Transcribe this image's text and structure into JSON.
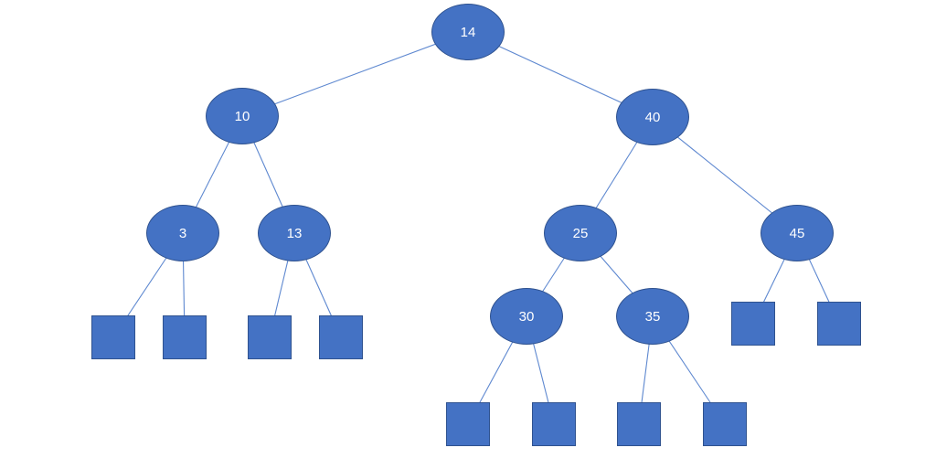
{
  "diagram": {
    "type": "binary-search-tree",
    "colors": {
      "node_fill": "#4472C4",
      "node_border": "#2F528F",
      "connector": "#5E88D0",
      "node_text": "#FFFFFF",
      "background": "#FFFFFF"
    },
    "nodes": [
      {
        "id": "14",
        "label": "14",
        "parent": null,
        "side": "root"
      },
      {
        "id": "10",
        "label": "10",
        "parent": "14",
        "side": "left"
      },
      {
        "id": "40",
        "label": "40",
        "parent": "14",
        "side": "right"
      },
      {
        "id": "3",
        "label": "3",
        "parent": "10",
        "side": "left"
      },
      {
        "id": "13",
        "label": "13",
        "parent": "10",
        "side": "right"
      },
      {
        "id": "25",
        "label": "25",
        "parent": "40",
        "side": "left"
      },
      {
        "id": "45",
        "label": "45",
        "parent": "40",
        "side": "right"
      },
      {
        "id": "30",
        "label": "30",
        "parent": "25",
        "side": "left"
      },
      {
        "id": "35",
        "label": "35",
        "parent": "25",
        "side": "right"
      }
    ],
    "leaf_squares": [
      {
        "parent": "3",
        "side": "left"
      },
      {
        "parent": "3",
        "side": "right"
      },
      {
        "parent": "13",
        "side": "left"
      },
      {
        "parent": "13",
        "side": "right"
      },
      {
        "parent": "45",
        "side": "left"
      },
      {
        "parent": "45",
        "side": "right"
      },
      {
        "parent": "30",
        "side": "left"
      },
      {
        "parent": "30",
        "side": "right"
      },
      {
        "parent": "35",
        "side": "left"
      },
      {
        "parent": "35",
        "side": "right"
      }
    ],
    "edges": [
      [
        "14",
        "10"
      ],
      [
        "14",
        "40"
      ],
      [
        "10",
        "3"
      ],
      [
        "10",
        "13"
      ],
      [
        "40",
        "25"
      ],
      [
        "40",
        "45"
      ],
      [
        "3",
        "leaf-1"
      ],
      [
        "3",
        "leaf-2"
      ],
      [
        "13",
        "leaf-3"
      ],
      [
        "13",
        "leaf-4"
      ],
      [
        "25",
        "30"
      ],
      [
        "25",
        "35"
      ],
      [
        "45",
        "leaf-5"
      ],
      [
        "45",
        "leaf-6"
      ],
      [
        "30",
        "leaf-7"
      ],
      [
        "30",
        "leaf-8"
      ],
      [
        "35",
        "leaf-9"
      ],
      [
        "35",
        "leaf-10"
      ]
    ]
  }
}
